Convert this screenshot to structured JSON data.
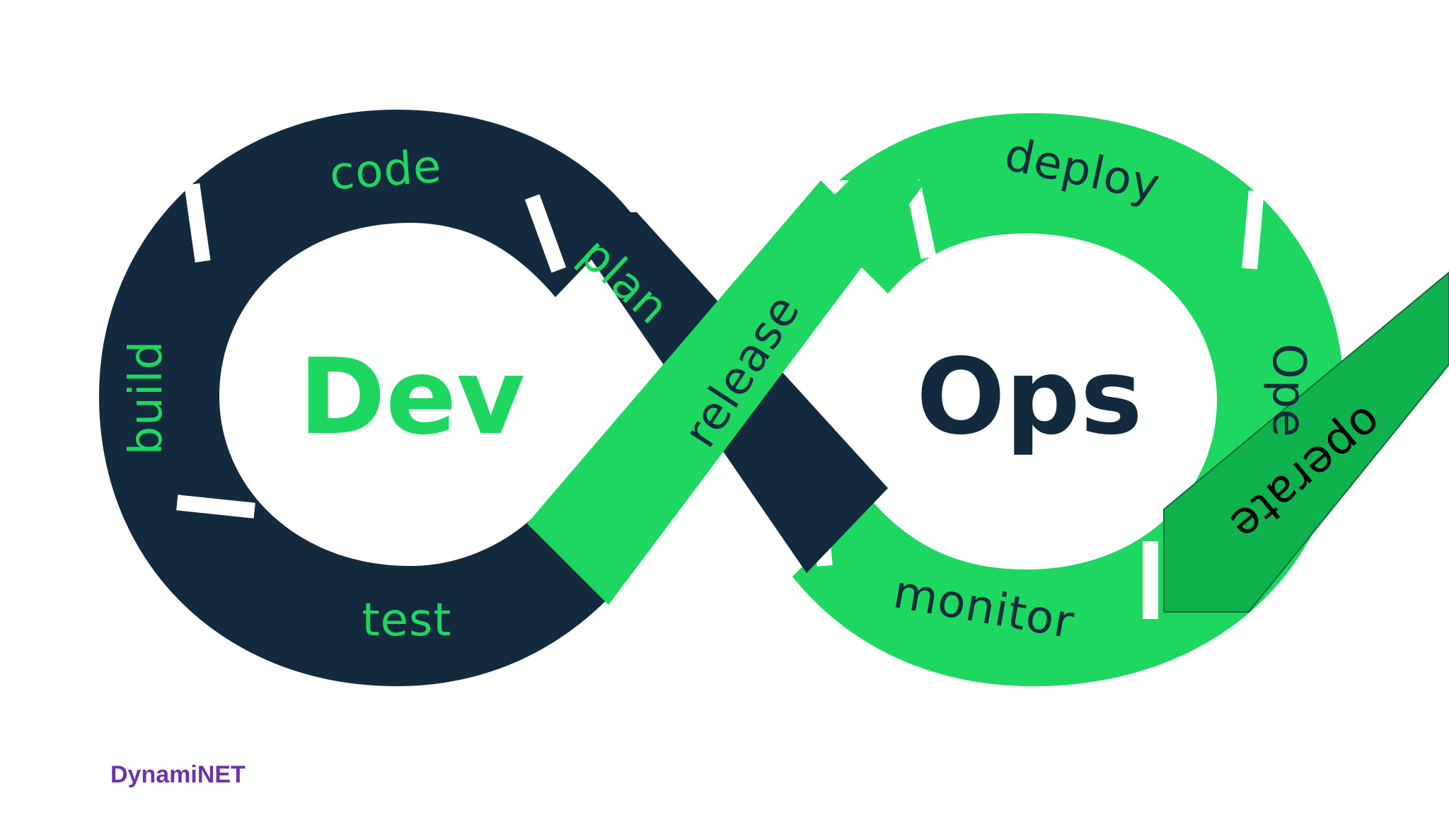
{
  "colors": {
    "navy": "#132a3e",
    "green": "#1ed760",
    "green_dark": "#10b24e",
    "brand": "#6b34a6",
    "white": "#ffffff"
  },
  "center": {
    "dev": "Dev",
    "ops": "Ops"
  },
  "stages": {
    "code": "code",
    "plan": "plan",
    "build": "build",
    "test": "test",
    "release": "release",
    "deploy": "deploy",
    "operate_partial": "Ope",
    "monitor": "monitor",
    "operate_overlay": "operate"
  },
  "footer": {
    "brand": "DynamiNET"
  }
}
